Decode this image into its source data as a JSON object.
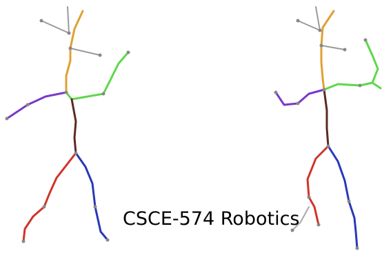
{
  "caption": "CSCE-574 Robotics",
  "colors": {
    "head_neck": "#9a9a9a",
    "spine_upper": "#e0a030",
    "left_arm": "#7a38c8",
    "right_arm": "#5cd84a",
    "torso": "#5a2a22",
    "left_leg": "#d03428",
    "right_leg": "#2838b8",
    "foot_gray": "#a8a8a8"
  },
  "figures": [
    "stick-figure-left",
    "stick-figure-right"
  ]
}
